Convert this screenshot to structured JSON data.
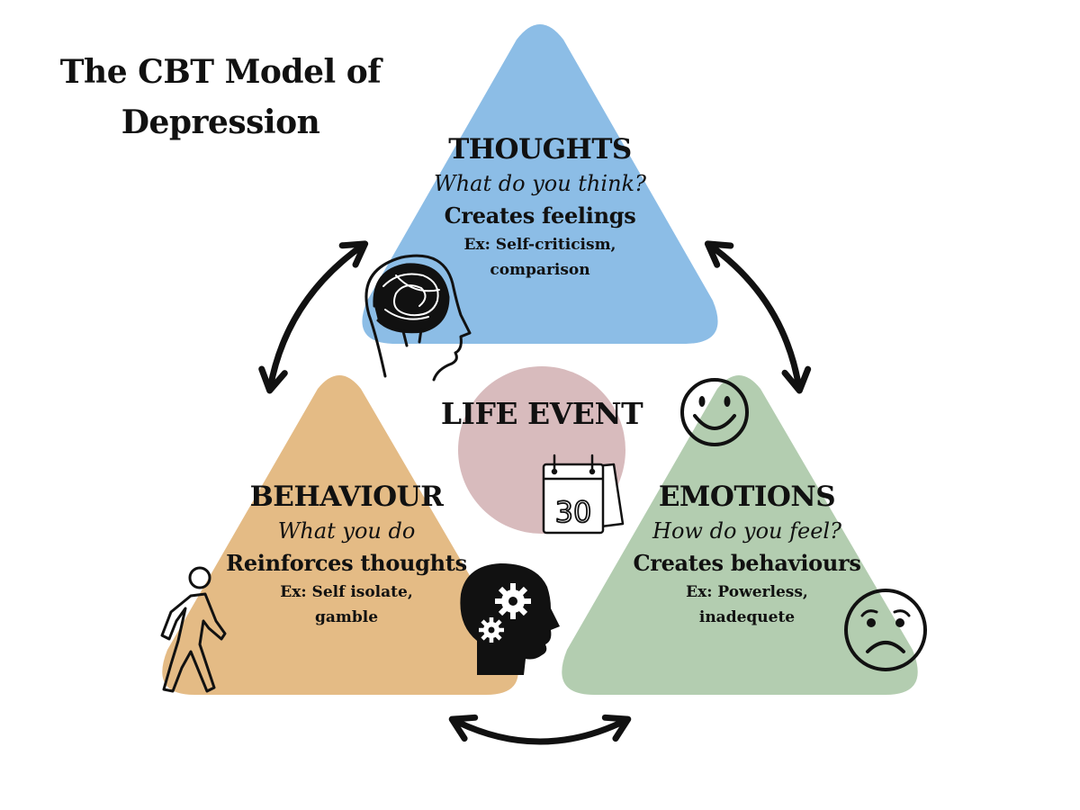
{
  "title": "The CBT Model of Depression",
  "colors": {
    "thoughts": "#8cbde6",
    "behaviour": "#e4bb85",
    "emotions": "#b3cdb0",
    "life_event": "#d8bbbd",
    "ink": "#111111"
  },
  "thoughts": {
    "heading": "THOUGHTS",
    "question": "What do you think?",
    "effect": "Creates feelings",
    "example_line1": "Ex: Self-criticism,",
    "example_line2": "comparison",
    "icon": "head-brain-scribble-icon"
  },
  "behaviour": {
    "heading": "BEHAVIOUR",
    "question": "What you do",
    "effect": "Reinforces thoughts",
    "example_line1": "Ex: Self isolate,",
    "example_line2": "gamble",
    "icon": "walking-person-icon"
  },
  "emotions": {
    "heading": "EMOTIONS",
    "question": "How do you feel?",
    "effect": "Creates behaviours",
    "example_line1": "Ex: Powerless,",
    "example_line2": "inadequete",
    "icons": [
      "happy-face-icon",
      "sad-face-icon"
    ]
  },
  "life_event": {
    "label": "LIFE EVENT",
    "calendar_day": "30",
    "icon": "calendar-icon"
  },
  "extra_icons": [
    "head-gears-icon"
  ],
  "arrows": [
    "arrow-thoughts-behaviour",
    "arrow-thoughts-emotions",
    "arrow-behaviour-emotions"
  ]
}
